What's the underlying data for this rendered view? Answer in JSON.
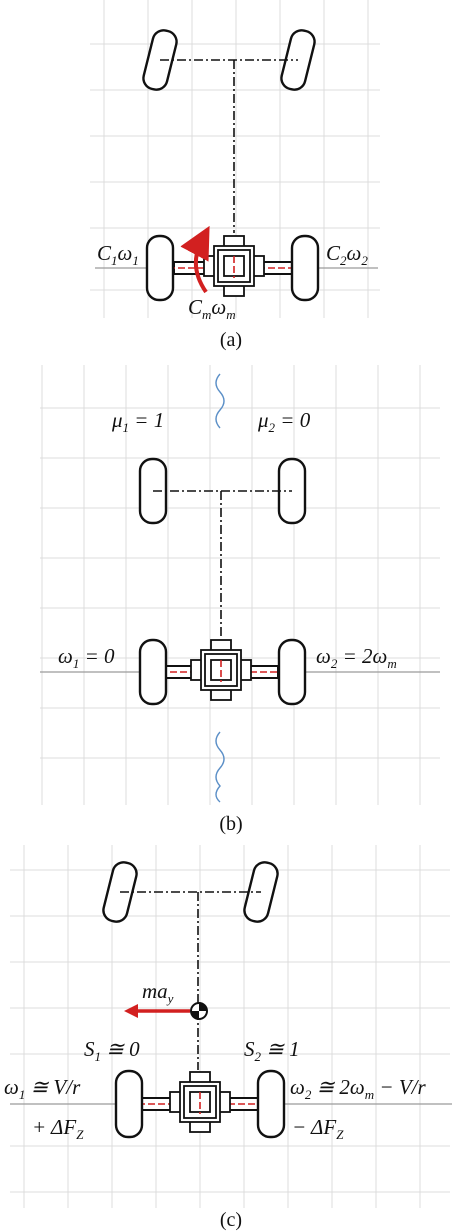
{
  "panel_a": {
    "caption": "(a)",
    "left_label": {
      "main": "C",
      "sub1": "1",
      "main2": "ω",
      "sub2": "1"
    },
    "right_label": {
      "main": "C",
      "sub1": "2",
      "main2": "ω",
      "sub2": "2"
    },
    "center_label": {
      "main": "C",
      "sub1": "m",
      "main2": "ω",
      "sub2": "m"
    }
  },
  "panel_b": {
    "caption": "(b)",
    "mu_left": {
      "sym": "μ",
      "sub": "1",
      "rest": " = 1"
    },
    "mu_right": {
      "sym": "μ",
      "sub": "2",
      "rest": " = 0"
    },
    "omega_left": {
      "sym": "ω",
      "sub": "1",
      "rest": " = 0"
    },
    "omega_right": {
      "sym": "ω",
      "sub": "2",
      "rest": " = 2ω",
      "sub2": "m"
    }
  },
  "panel_c": {
    "caption": "(c)",
    "force": {
      "main": "ma",
      "sub": "y"
    },
    "s_left": {
      "sym": "S",
      "sub": "1",
      "rest": " ≅ 0"
    },
    "s_right": {
      "sym": "S",
      "sub": "2",
      "rest": " ≅ 1"
    },
    "omega_left": {
      "sym": "ω",
      "sub": "1",
      "rest": " ≅ V/r"
    },
    "omega_right": {
      "sym": "ω",
      "sub": "2",
      "rest": " ≅ 2ω",
      "sub2": "m",
      "rest2": " − V/r"
    },
    "df_left": {
      "pre": "+ ΔF",
      "sub": "Z"
    },
    "df_right": {
      "pre": "− ΔF",
      "sub": "Z"
    }
  },
  "colors": {
    "accent_red": "#d22020",
    "water_blue": "#5b8fc7",
    "grid": "#dcdcdc"
  }
}
